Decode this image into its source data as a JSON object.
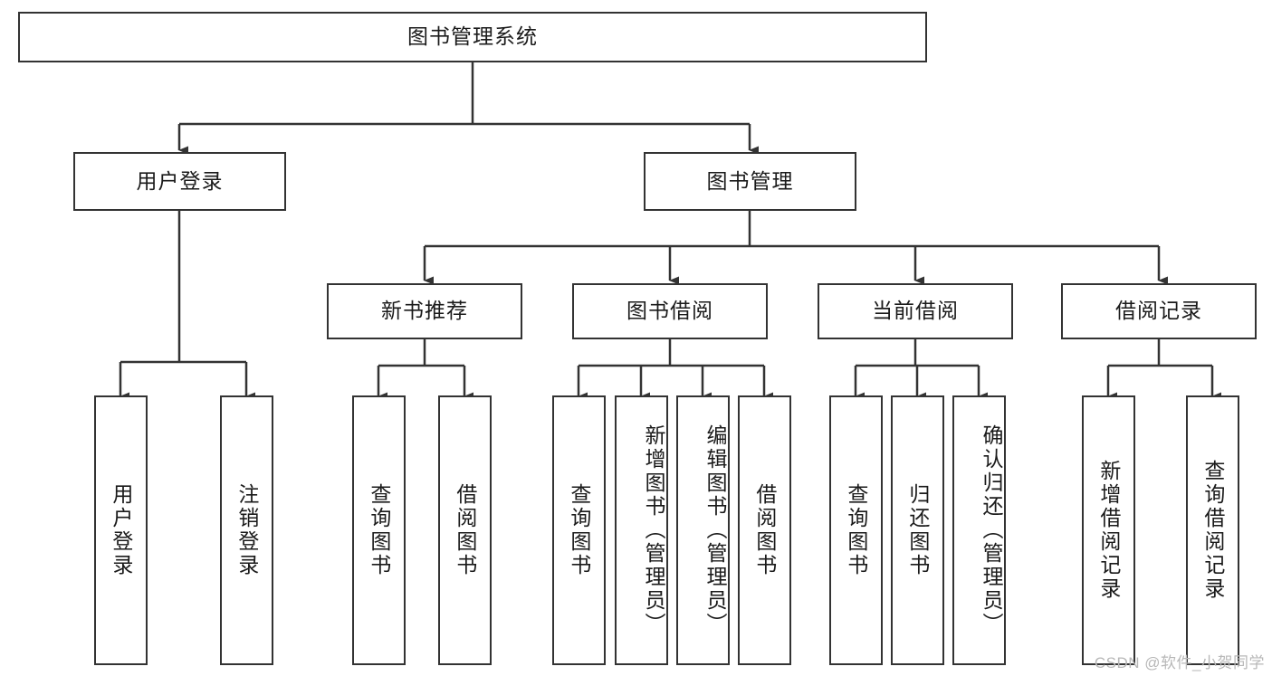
{
  "diagram": {
    "type": "tree-hierarchy",
    "title": "图书管理系统",
    "root": {
      "label": "图书管理系统"
    },
    "level2": [
      {
        "label": "用户登录"
      },
      {
        "label": "图书管理"
      }
    ],
    "level3": [
      {
        "label": "新书推荐"
      },
      {
        "label": "图书借阅"
      },
      {
        "label": "当前借阅"
      },
      {
        "label": "借阅记录"
      }
    ],
    "leaves": {
      "user_login": [
        {
          "label": "用户登录"
        },
        {
          "label": "注销登录"
        }
      ],
      "new_book_recommend": [
        {
          "label": "查询图书"
        },
        {
          "label": "借阅图书"
        }
      ],
      "book_borrow": [
        {
          "label": "查询图书"
        },
        {
          "label": "新增图书（管理员）"
        },
        {
          "label": "编辑图书（管理员）"
        },
        {
          "label": "借阅图书"
        }
      ],
      "current_borrow": [
        {
          "label": "查询图书"
        },
        {
          "label": "归还图书"
        },
        {
          "label": "确认归还（管理员）"
        }
      ],
      "borrow_record": [
        {
          "label": "新增借阅记录"
        },
        {
          "label": "查询借阅记录"
        }
      ]
    }
  },
  "watermark": {
    "text": "CSDN @软件_小贺同学"
  },
  "colors": {
    "stroke": "#333333",
    "fill": "#ffffff",
    "text": "#1a1a1a",
    "watermark": "#b8b8b8"
  }
}
